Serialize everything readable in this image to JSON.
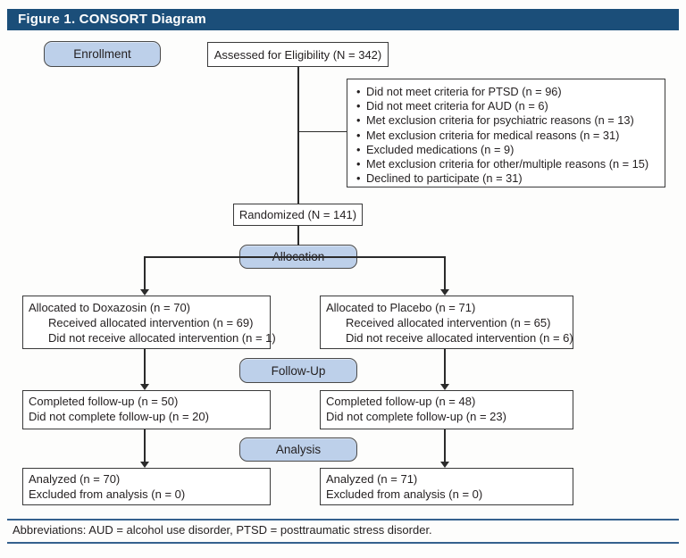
{
  "title": "Figure 1. CONSORT Diagram",
  "colors": {
    "title_bar": "#1b4e79",
    "title_text": "#ffffff",
    "stage_fill": "#bdd0ea",
    "stage_border": "#4a4a4a",
    "box_border": "#3a3a3a",
    "line": "#2b2b2b",
    "footer_rule": "#35618e",
    "text": "#231f20"
  },
  "stages": {
    "enrollment": "Enrollment",
    "allocation": "Allocation",
    "followup": "Follow-Up",
    "analysis": "Analysis"
  },
  "flow": {
    "assessed": "Assessed for Eligibility (N = 342)",
    "exclusions": {
      "items": [
        "Did not meet criteria for PTSD (n = 96)",
        "Did not meet criteria for AUD (n = 6)",
        "Met exclusion criteria for psychiatric reasons (n = 13)",
        "Met exclusion criteria for medical reasons (n = 31)",
        "Excluded medications (n = 9)",
        "Met exclusion criteria for other/multiple reasons (n = 15)",
        "Declined to participate (n = 31)"
      ]
    },
    "randomized": "Randomized (N = 141)",
    "alloc_left": {
      "lines": [
        "Allocated to Doxazosin (n = 70)",
        "Received allocated intervention (n = 69)",
        "Did not receive allocated intervention (n = 1)"
      ]
    },
    "alloc_right": {
      "lines": [
        "Allocated to Placebo (n = 71)",
        "Received allocated intervention (n = 65)",
        "Did not receive allocated intervention (n = 6)"
      ]
    },
    "followup_left": {
      "lines": [
        "Completed follow-up (n = 50)",
        "Did not complete follow-up (n = 20)"
      ]
    },
    "followup_right": {
      "lines": [
        "Completed follow-up (n = 48)",
        "Did not complete follow-up (n = 23)"
      ]
    },
    "analysis_left": {
      "lines": [
        "Analyzed (n = 70)",
        "Excluded from analysis (n = 0)"
      ]
    },
    "analysis_right": {
      "lines": [
        "Analyzed (n = 71)",
        "Excluded from analysis (n = 0)"
      ]
    }
  },
  "footer": "Abbreviations: AUD = alcohol use disorder, PTSD = posttraumatic stress disorder."
}
